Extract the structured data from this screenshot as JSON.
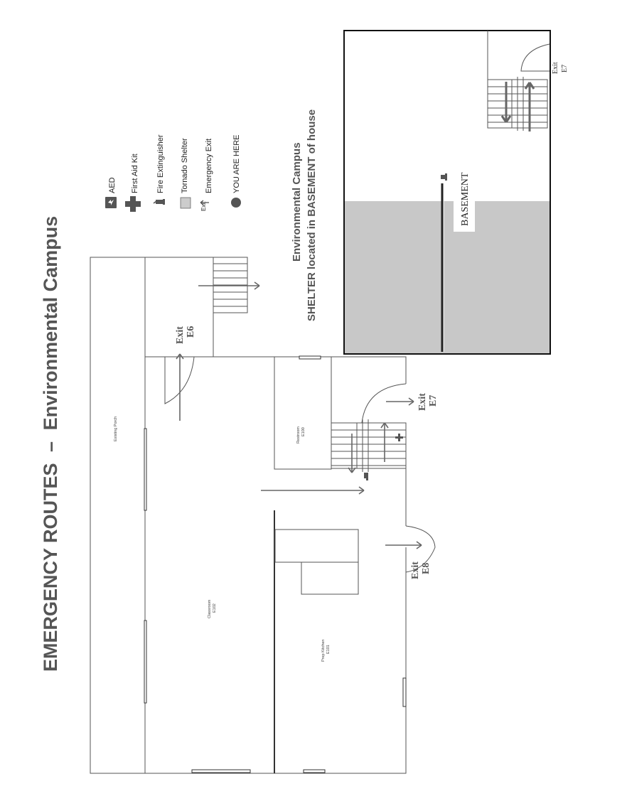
{
  "title": {
    "bold": "EMERGENCY ROUTES",
    "dash": "–",
    "campus": "Environmental Campus"
  },
  "legend": {
    "aed": "AED",
    "first_aid": "First Aid Kit",
    "extinguisher": "Fire Extinguisher",
    "shelter": "Tornado Shelter",
    "exit_word": "Exit",
    "exit": "Emergency Exit",
    "here": "YOU ARE HERE"
  },
  "rooms": {
    "porch": "Existing Porch",
    "restroom_name": "Restroom",
    "restroom_code": "E100",
    "classroom_name": "Classroom",
    "classroom_code": "E102",
    "kitchen_name": "Prep Kitchen",
    "kitchen_code": "E101"
  },
  "exits": {
    "word": "Exit",
    "e6": "E6",
    "e7": "E7",
    "e8": "E8"
  },
  "shelter_note": {
    "line1": "Environmental Campus",
    "line2": "SHELTER located in BASEMENT of house"
  },
  "basement": {
    "label": "BASEMENT",
    "exit_word": "Exit",
    "exit_code": "E7"
  },
  "colors": {
    "shelter_gray": "#c8c8c8",
    "wall": "#555555",
    "arrow": "#666666"
  }
}
